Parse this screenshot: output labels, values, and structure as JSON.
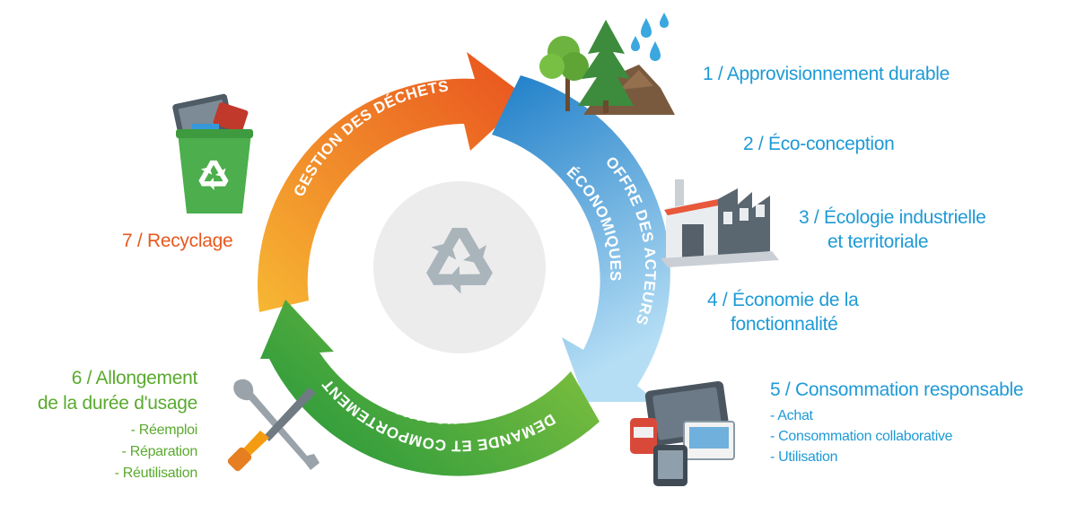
{
  "cycle": {
    "segments": [
      {
        "id": "gestion",
        "label": "GESTION DES DÉCHETS",
        "color_start": "#f7b733",
        "color_end": "#e8501e"
      },
      {
        "id": "offre",
        "label_line1": "OFFRE DES ACTEURS",
        "label_line2": "ÉCONOMIQUES",
        "color_start": "#1e7ec8",
        "color_end": "#a9d8f2"
      },
      {
        "id": "demande",
        "label_line1": "DEMANDE ET COMPORTEMENT",
        "label_line2": "DES CONSOMMATEURS",
        "color_start": "#8cc63f",
        "color_end": "#2e9b3c"
      }
    ],
    "center_icon": "recycle-icon"
  },
  "steps": {
    "s1": {
      "label": "1 / Approvisionnement durable",
      "icon": "forest-icon"
    },
    "s2": {
      "label": "2 / Éco-conception"
    },
    "s3": {
      "line1": "3 / Écologie industrielle",
      "line2": "et territoriale",
      "icon": "factory-icon"
    },
    "s4": {
      "line1": "4 / Économie de la",
      "line2": "fonctionnalité"
    },
    "s5": {
      "label": "5 / Consommation responsable",
      "bullets": [
        "- Achat",
        "- Consommation collaborative",
        "- Utilisation"
      ],
      "icon": "devices-icon"
    },
    "s6": {
      "line1": "6 / Allongement",
      "line2": "de la durée d'usage",
      "bullets": [
        "- Réemploi",
        "- Réparation",
        "- Réutilisation"
      ],
      "icon": "tools-icon"
    },
    "s7": {
      "label": "7 / Recyclage",
      "icon": "recycle-bin-icon"
    }
  },
  "colors": {
    "blue": "#1e9ad6",
    "green": "#5aaa2e",
    "orange": "#e8581e",
    "center": "#ececec",
    "center_icon": "#a9b4bb"
  }
}
